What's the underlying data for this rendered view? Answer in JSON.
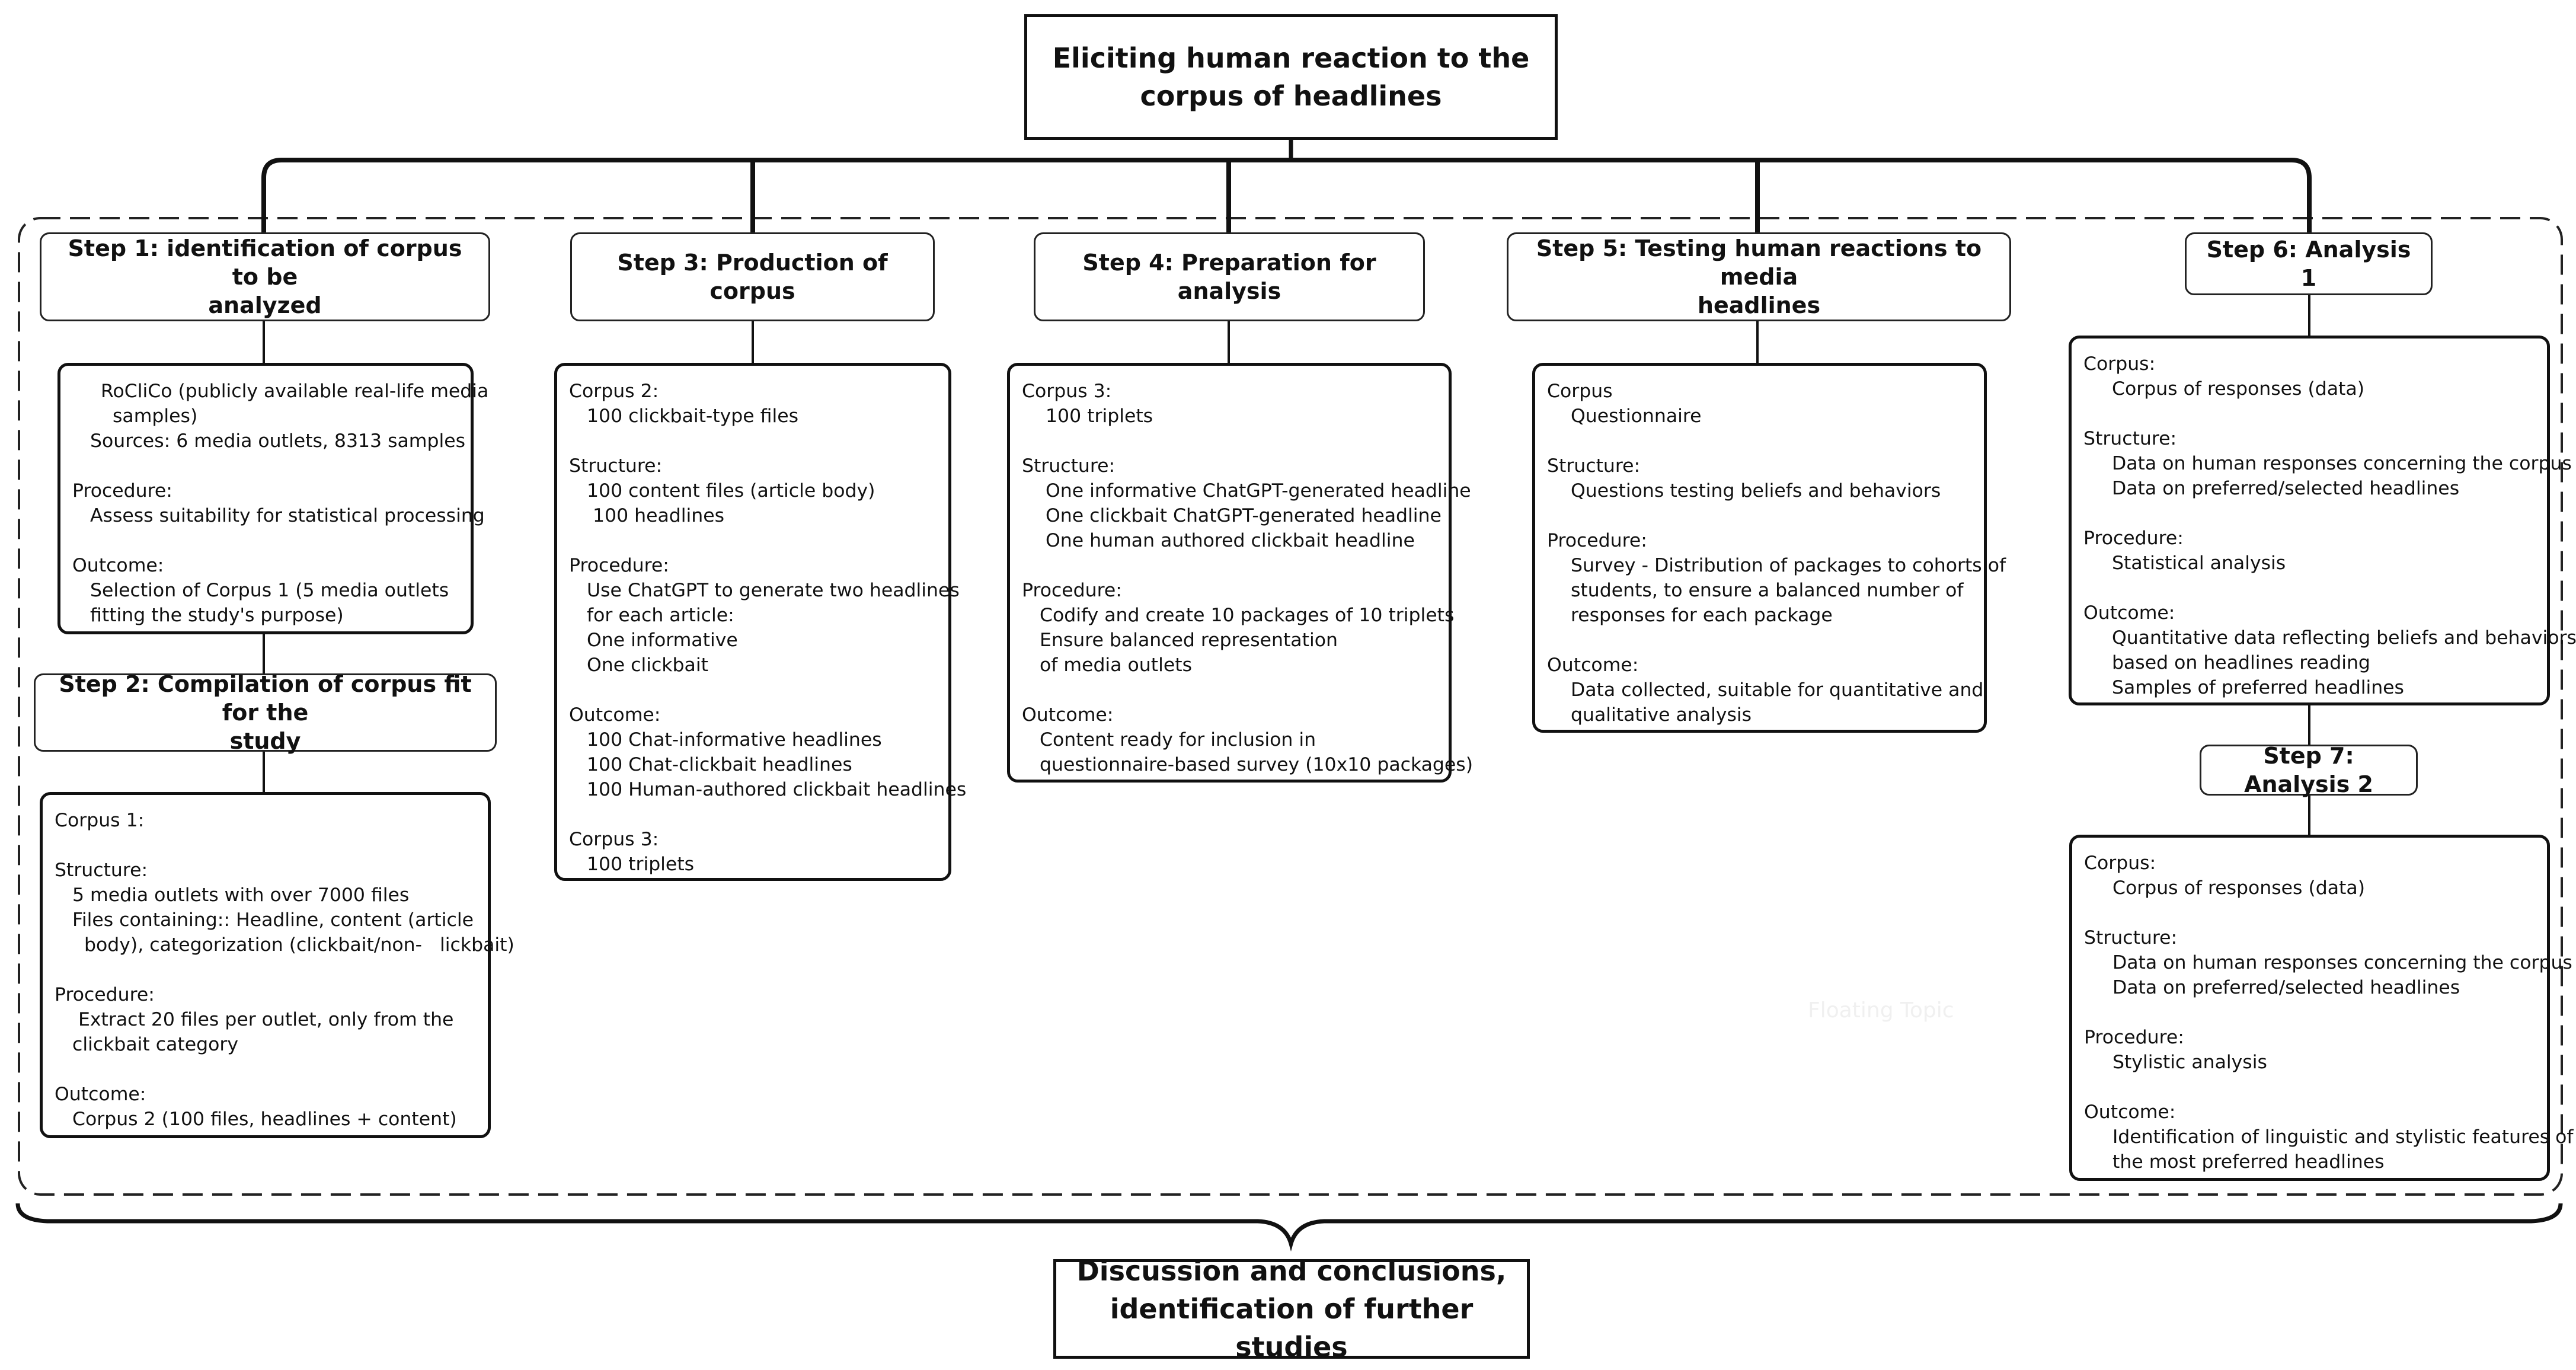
{
  "title": [
    "Eliciting human reaction to the",
    "corpus of headlines"
  ],
  "conclusion": [
    "Discussion and conclusions,",
    "identification of further studies"
  ],
  "steps": {
    "s1": [
      "Step 1: identification of corpus to be",
      "analyzed"
    ],
    "s2": [
      "Step 2: Compilation of corpus fit for the",
      "study"
    ],
    "s3": [
      "Step 3: Production of corpus"
    ],
    "s4": [
      "Step 4: Preparation for analysis"
    ],
    "s5": [
      "Step 5: Testing human reactions to media",
      "headlines"
    ],
    "s6": [
      "Step 6: Analysis 1"
    ],
    "s7": [
      "Step 7: Analysis 2"
    ]
  },
  "details": {
    "d1": [
      [
        "i3",
        "RoCliCo (publicly available real-life media"
      ],
      [
        "i3",
        "  samples)"
      ],
      [
        "i1",
        "Sources: 6 media outlets, 8313 samples"
      ],
      [
        "gap",
        ""
      ],
      [
        "",
        "Procedure:"
      ],
      [
        "i1",
        "Assess suitability for statistical processing"
      ],
      [
        "gap",
        ""
      ],
      [
        "",
        "Outcome:"
      ],
      [
        "i1",
        "Selection of Corpus 1 (5 media outlets"
      ],
      [
        "i1",
        "fitting the study's purpose)"
      ]
    ],
    "d2": [
      [
        "",
        "Corpus 1:"
      ],
      [
        "gap",
        ""
      ],
      [
        "",
        "Structure:"
      ],
      [
        "i1",
        "5 media outlets with over 7000 files"
      ],
      [
        "i1",
        "Files containing:: Headline, content (article"
      ],
      [
        "i1",
        "  body), categorization (clickbait/non-   lickbait)"
      ],
      [
        "gap",
        ""
      ],
      [
        "",
        "Procedure:"
      ],
      [
        "i1",
        " Extract 20 files per outlet, only from the"
      ],
      [
        "i1",
        "clickbait category"
      ],
      [
        "gap",
        ""
      ],
      [
        "",
        "Outcome:"
      ],
      [
        "i1",
        "Corpus 2 (100 files, headlines + content)"
      ]
    ],
    "d3": [
      [
        "",
        "Corpus 2:"
      ],
      [
        "i1",
        "100 clickbait-type files"
      ],
      [
        "gap",
        ""
      ],
      [
        "",
        "Structure:"
      ],
      [
        "i1",
        "100 content files (article body)"
      ],
      [
        "i1",
        " 100 headlines"
      ],
      [
        "gap",
        ""
      ],
      [
        "",
        "Procedure:"
      ],
      [
        "i1",
        "Use ChatGPT to generate two headlines"
      ],
      [
        "i1",
        "for each article:"
      ],
      [
        "i1",
        "One informative"
      ],
      [
        "i1",
        "One clickbait"
      ],
      [
        "gap",
        ""
      ],
      [
        "",
        "Outcome:"
      ],
      [
        "i1",
        "100 Chat-informative headlines"
      ],
      [
        "i1",
        "100 Chat-clickbait headlines"
      ],
      [
        "i1",
        "100 Human-authored clickbait headlines"
      ],
      [
        "gap",
        ""
      ],
      [
        "",
        "Corpus 3:"
      ],
      [
        "i1",
        "100 triplets"
      ]
    ],
    "d4": [
      [
        "",
        "Corpus 3:"
      ],
      [
        "i1",
        " 100 triplets"
      ],
      [
        "gap",
        ""
      ],
      [
        "",
        "Structure:"
      ],
      [
        "i2",
        "One informative ChatGPT-generated headline"
      ],
      [
        "i2",
        "One clickbait ChatGPT-generated headline"
      ],
      [
        "i2",
        "One human authored clickbait headline"
      ],
      [
        "gap",
        ""
      ],
      [
        "",
        "Procedure:"
      ],
      [
        "i1",
        "Codify and create 10 packages of 10 triplets"
      ],
      [
        "i1",
        "Ensure balanced representation"
      ],
      [
        "i1",
        "of media outlets"
      ],
      [
        "gap",
        ""
      ],
      [
        "",
        "Outcome:"
      ],
      [
        "i1",
        "Content ready for inclusion in"
      ],
      [
        "i1",
        "questionnaire-based survey (10x10 packages)"
      ]
    ],
    "d5": [
      [
        "",
        "Corpus"
      ],
      [
        "i2",
        "Questionnaire"
      ],
      [
        "gap",
        ""
      ],
      [
        "",
        "Structure:"
      ],
      [
        "i2",
        "Questions testing beliefs and behaviors"
      ],
      [
        "gap",
        ""
      ],
      [
        "",
        "Procedure:"
      ],
      [
        "i2",
        "Survey - Distribution of packages to cohorts of"
      ],
      [
        "i2",
        "students, to ensure a balanced number of"
      ],
      [
        "i2",
        "responses for each package"
      ],
      [
        "gap",
        ""
      ],
      [
        "",
        "Outcome:"
      ],
      [
        "i2",
        "Data collected, suitable for quantitative and"
      ],
      [
        "i2",
        "qualitative analysis"
      ]
    ],
    "d6": [
      [
        "",
        "Corpus:"
      ],
      [
        "i3",
        "Corpus of responses (data)"
      ],
      [
        "gap",
        ""
      ],
      [
        "",
        "Structure:"
      ],
      [
        "i3",
        "Data on human responses concerning the corpus"
      ],
      [
        "i3",
        "Data on preferred/selected headlines"
      ],
      [
        "gap",
        ""
      ],
      [
        "",
        "Procedure:"
      ],
      [
        "i3",
        "Statistical analysis"
      ],
      [
        "gap",
        ""
      ],
      [
        "",
        "Outcome:"
      ],
      [
        "i3",
        "Quantitative data reflecting beliefs and behaviors"
      ],
      [
        "i3",
        "based on headlines reading"
      ],
      [
        "i3",
        "Samples of preferred headlines"
      ]
    ],
    "d7": [
      [
        "",
        "Corpus:"
      ],
      [
        "i3",
        "Corpus of responses (data)"
      ],
      [
        "gap",
        ""
      ],
      [
        "",
        "Structure:"
      ],
      [
        "i3",
        "Data on human responses concerning the corpus"
      ],
      [
        "i3",
        "Data on preferred/selected headlines"
      ],
      [
        "gap",
        ""
      ],
      [
        "",
        "Procedure:"
      ],
      [
        "i3",
        "Stylistic analysis"
      ],
      [
        "gap",
        ""
      ],
      [
        "",
        "Outcome:"
      ],
      [
        "i3",
        "Identification of linguistic and stylistic features of"
      ],
      [
        "i3",
        "the most preferred headlines"
      ]
    ]
  },
  "floating_topic": "Floating Topic",
  "colors": {
    "line": "#111111",
    "background": "#ffffff"
  }
}
